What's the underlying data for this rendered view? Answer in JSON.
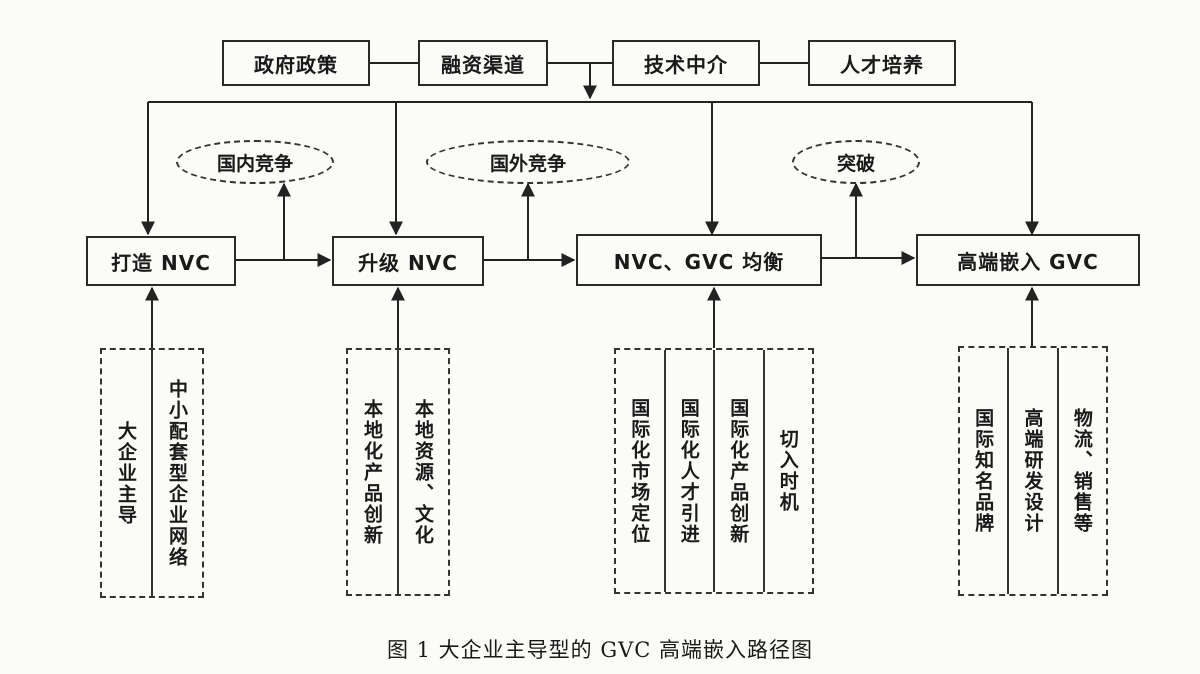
{
  "top_inputs": [
    "政府政策",
    "融资渠道",
    "技术中介",
    "人才培养"
  ],
  "stages": [
    "打造 NVC",
    "升级 NVC",
    "NVC、GVC 均衡",
    "高端嵌入 GVC"
  ],
  "transitions": [
    "国内竞争",
    "国外竞争",
    "突破"
  ],
  "supports": [
    [
      "大企业主导",
      "中小配套型企业网络"
    ],
    [
      "本地化产品创新",
      "本地资源、文化"
    ],
    [
      "国际化市场定位",
      "国际化人才引进",
      "国际化产品创新",
      "切入时机"
    ],
    [
      "国际知名品牌",
      "高端研发设计",
      "物流、销售等"
    ]
  ],
  "caption": "图 1  大企业主导型的 GVC 高端嵌入路径图"
}
